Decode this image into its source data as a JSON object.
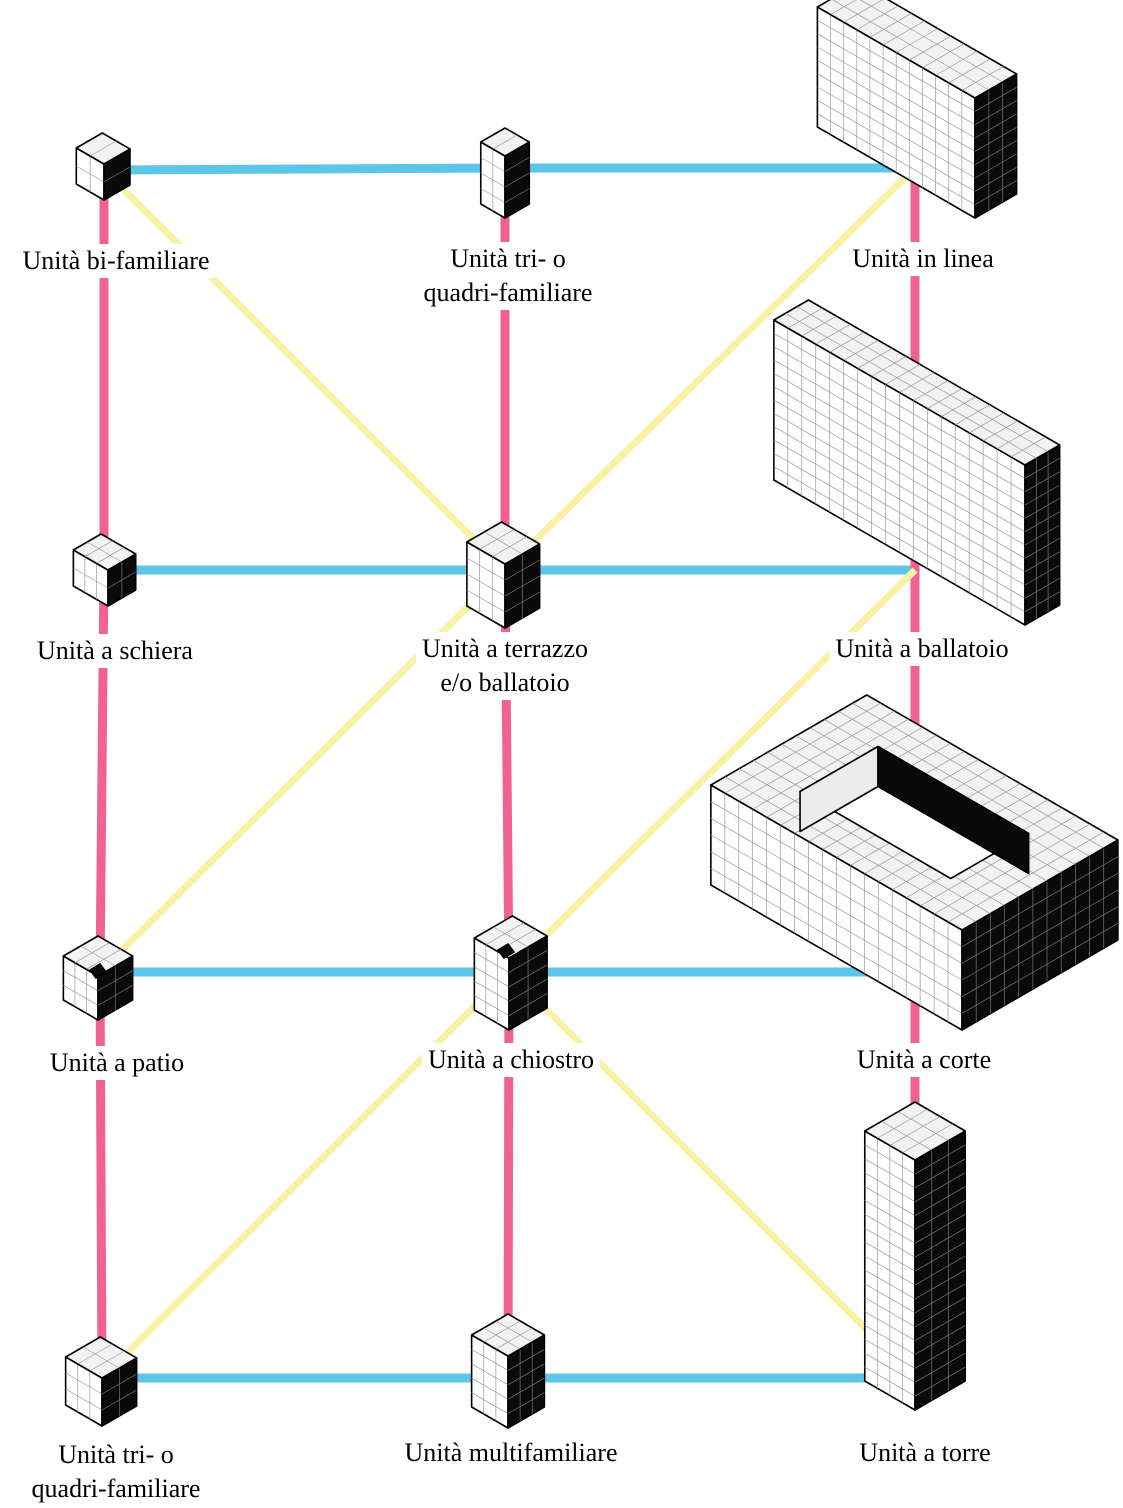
{
  "colors": {
    "horizontal_link": "#5BC6E8",
    "vertical_link": "#F06292",
    "diagonal_link": "#F8F1A6",
    "face_top": "#F2F2F2",
    "face_left": "#FFFFFF",
    "face_right": "#0A0A0A",
    "grid": "#9A9A9A",
    "outline": "#000000"
  },
  "nodes": {
    "bifamiliare": {
      "lines": [
        "Unità bi-familiare"
      ],
      "icon": "small-cube-icon"
    },
    "tri_quadri_top": {
      "lines": [
        "Unità tri- o",
        "quadri-familiare"
      ],
      "icon": "tall-block-icon"
    },
    "in_linea": {
      "lines": [
        "Unità in linea"
      ],
      "icon": "slab-building-icon"
    },
    "schiera": {
      "lines": [
        "Unità a schiera"
      ],
      "icon": "row-block-icon"
    },
    "terrazzo": {
      "lines": [
        "Unità a terrazzo",
        "e/o ballatoio"
      ],
      "icon": "stepped-block-icon"
    },
    "ballatoio": {
      "lines": [
        "Unità a ballatoio"
      ],
      "icon": "gallery-building-icon"
    },
    "patio": {
      "lines": [
        "Unità a patio"
      ],
      "icon": "patio-block-icon"
    },
    "chiostro": {
      "lines": [
        "Unità a chiostro"
      ],
      "icon": "cloister-block-icon"
    },
    "corte": {
      "lines": [
        "Unità a corte"
      ],
      "icon": "courtyard-building-icon"
    },
    "tri_quadri_bottom": {
      "lines": [
        "Unità tri- o",
        "quadri-familiare"
      ],
      "icon": "wide-cube-icon"
    },
    "multifamiliare": {
      "lines": [
        "Unità multifamiliare"
      ],
      "icon": "multi-block-icon"
    },
    "torre": {
      "lines": [
        "Unità a torre"
      ],
      "icon": "tower-building-icon"
    }
  }
}
